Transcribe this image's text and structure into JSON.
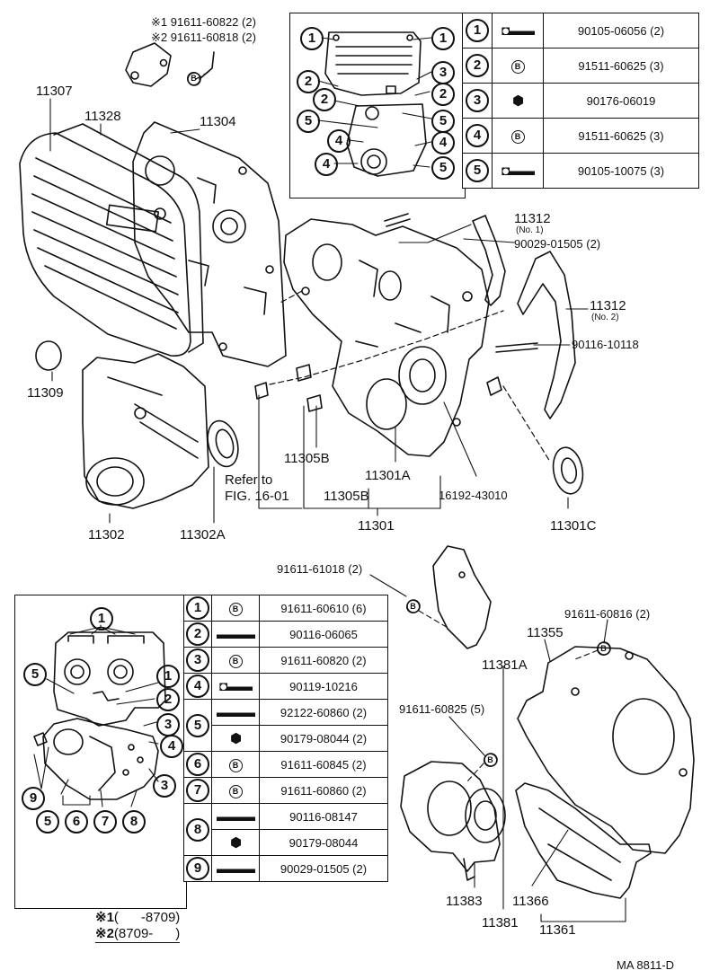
{
  "top_note": {
    "line1_mark": "※1",
    "line1_part": "91611-60822 (2)",
    "line2_mark": "※2",
    "line2_part": "91611-60818 (2)"
  },
  "top_table": {
    "rows": [
      {
        "num": "1",
        "icon": "bolt",
        "part": "90105-06056 (2)"
      },
      {
        "num": "2",
        "icon": "B",
        "part": "91511-60625 (3)"
      },
      {
        "num": "3",
        "icon": "nut",
        "part": "90176-06019"
      },
      {
        "num": "4",
        "icon": "B",
        "part": "91511-60625 (3)"
      },
      {
        "num": "5",
        "icon": "bolt",
        "part": "90105-10075 (3)"
      }
    ]
  },
  "bottom_table": {
    "rows": [
      {
        "num": "1",
        "icon": "B",
        "part": "91611-60610 (6)"
      },
      {
        "num": "2",
        "icon": "stud",
        "part": "90116-06065"
      },
      {
        "num": "3",
        "icon": "B",
        "part": "91611-60820 (2)"
      },
      {
        "num": "4",
        "icon": "bolt",
        "part": "90119-10216"
      },
      {
        "num": "5",
        "icon": "stud",
        "part": "92122-60860 (2)",
        "sub": {
          "icon": "nut",
          "part": "90179-08044 (2)"
        }
      },
      {
        "num": "6",
        "icon": "B",
        "part": "91611-60845 (2)"
      },
      {
        "num": "7",
        "icon": "B",
        "part": "91611-60860 (2)"
      },
      {
        "num": "8",
        "icon": "stud",
        "part": "90116-08147",
        "sub": {
          "icon": "nut",
          "part": "90179-08044"
        }
      },
      {
        "num": "9",
        "icon": "stud",
        "part": "90029-01505 (2)"
      }
    ]
  },
  "callouts": {
    "p11307": "11307",
    "p11328": "11328",
    "p11304": "11304",
    "p11312a": "11312",
    "p11312a_note": "(No. 1)",
    "p90029": "90029-01505 (2)",
    "p11312b": "11312",
    "p11312b_note": "(No. 2)",
    "p90116": "90116-10118",
    "p11309": "11309",
    "p11305b1": "11305B",
    "p11301a": "11301A",
    "refer1": "Refer to",
    "refer2": "FIG. 16-01",
    "p11305b2": "11305B",
    "p16192": "16192-43010",
    "p11302": "11302",
    "p11302a": "11302A",
    "p11301": "11301",
    "p11301c": "11301C",
    "p91611_61018": "91611-61018 (2)",
    "p91611_60816": "91611-60816 (2)",
    "p11355": "11355",
    "p11381a": "11381A",
    "p91611_60825": "91611-60825 (5)",
    "p11383": "11383",
    "p11381": "11381",
    "p11366": "11366",
    "p11361": "11361"
  },
  "date_notes": {
    "n1_mark": "※1",
    "n1_text": "(      -8709)",
    "n2_mark": "※2",
    "n2_text": "(8709-      )"
  },
  "figure_code": "MA 8811-D"
}
